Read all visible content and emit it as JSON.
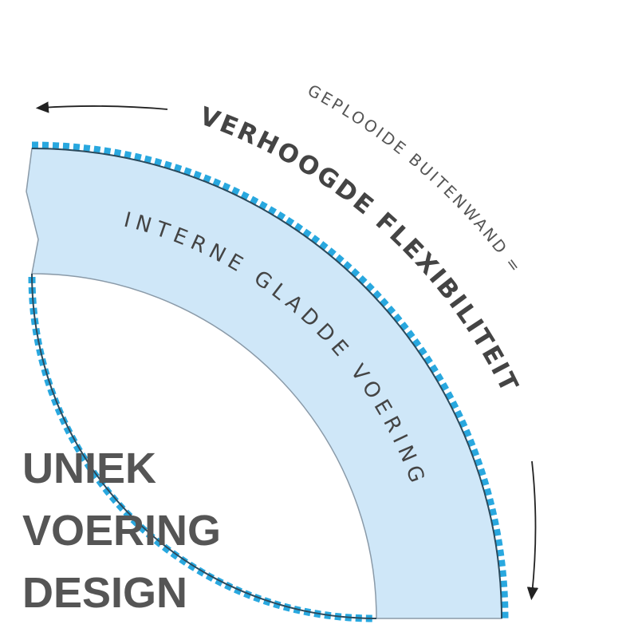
{
  "labels": {
    "outer_wall": "GEPLOOIDE BUITENWAND =",
    "flexibility": "VERHOOGDE FLEXIBILITEIT",
    "inner_liner": "INTERNE GLADDE VOERING"
  },
  "headline": [
    "UNIEK",
    "VOERING",
    "DESIGN"
  ],
  "colors": {
    "pipe_fill": "#cfe7f8",
    "corrugation": "#29a8df",
    "text": "#555555"
  }
}
